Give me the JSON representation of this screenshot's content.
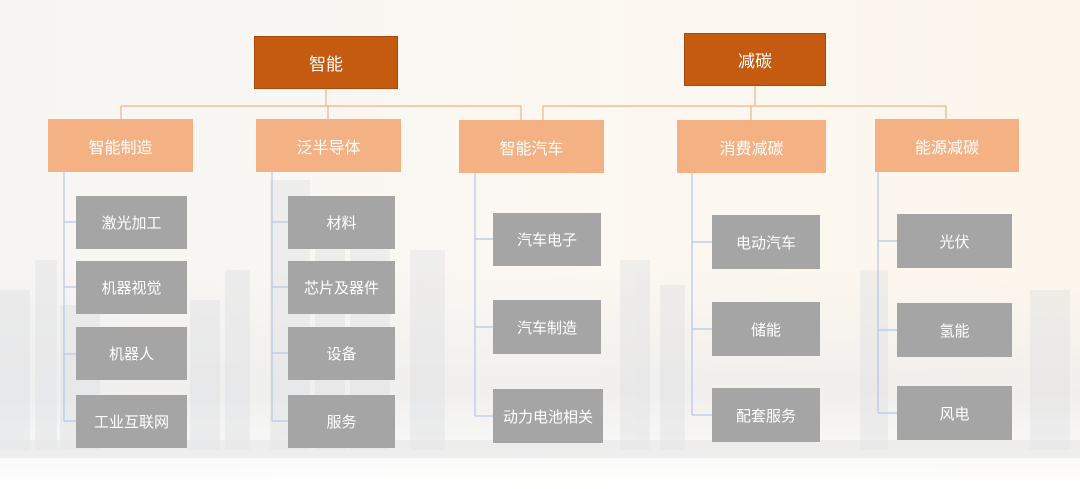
{
  "diagram": {
    "roots": [
      {
        "label": "智能",
        "children": [
          "智能制造",
          "泛半导体",
          "智能汽车"
        ]
      },
      {
        "label": "减碳",
        "children": [
          "消费减碳",
          "能源减碳"
        ]
      }
    ],
    "categories": [
      {
        "label": "智能制造",
        "items": [
          "激光加工",
          "机器视觉",
          "机器人",
          "工业互联网"
        ]
      },
      {
        "label": "泛半导体",
        "items": [
          "材料",
          "芯片及器件",
          "设备",
          "服务"
        ]
      },
      {
        "label": "智能汽车",
        "items": [
          "汽车电子",
          "汽车制造",
          "动力电池相关"
        ]
      },
      {
        "label": "消费减碳",
        "items": [
          "电动汽车",
          "储能",
          "配套服务"
        ]
      },
      {
        "label": "能源减碳",
        "items": [
          "光伏",
          "氢能",
          "风电"
        ]
      }
    ]
  },
  "colors": {
    "root": "#c55a11",
    "category": "#f4b183",
    "leaf": "#a5a5a5",
    "connector": "#f4b183",
    "leaf_connector": "#b4c7e7"
  }
}
